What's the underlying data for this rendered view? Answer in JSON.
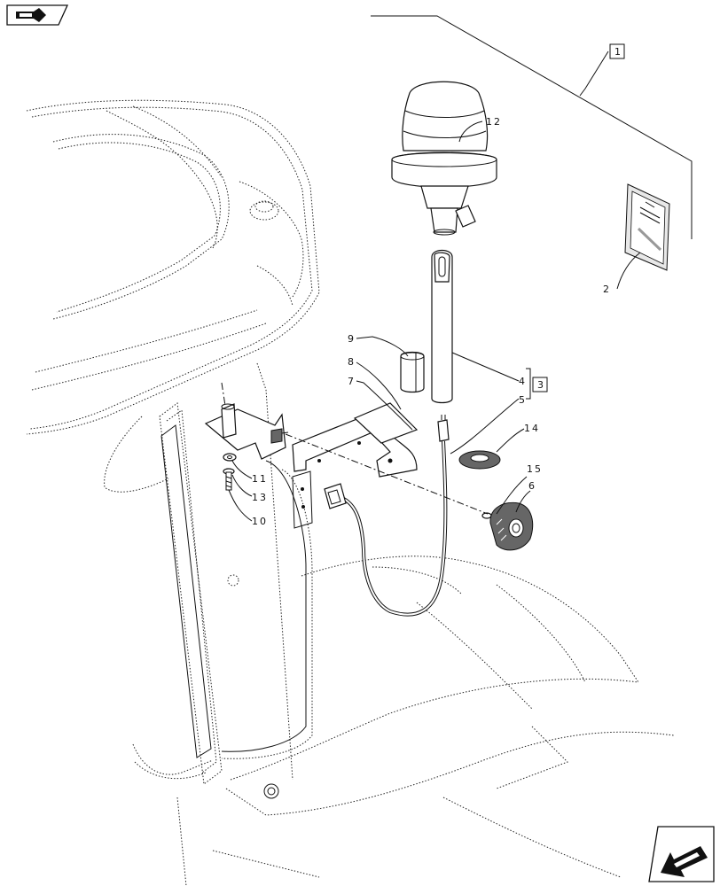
{
  "callouts": {
    "c1": "1",
    "c2": "2",
    "c3": "3",
    "c4": "4",
    "c5": "5",
    "c6": "6",
    "c7": "7",
    "c8": "8",
    "c9": "9",
    "c10": "10",
    "c11": "11",
    "c12": "12",
    "c13": "13",
    "c14": "14",
    "c15": "15"
  },
  "icons": {
    "top_left": "forward-arrow-icon",
    "bottom_right": "back-arrow-icon"
  }
}
